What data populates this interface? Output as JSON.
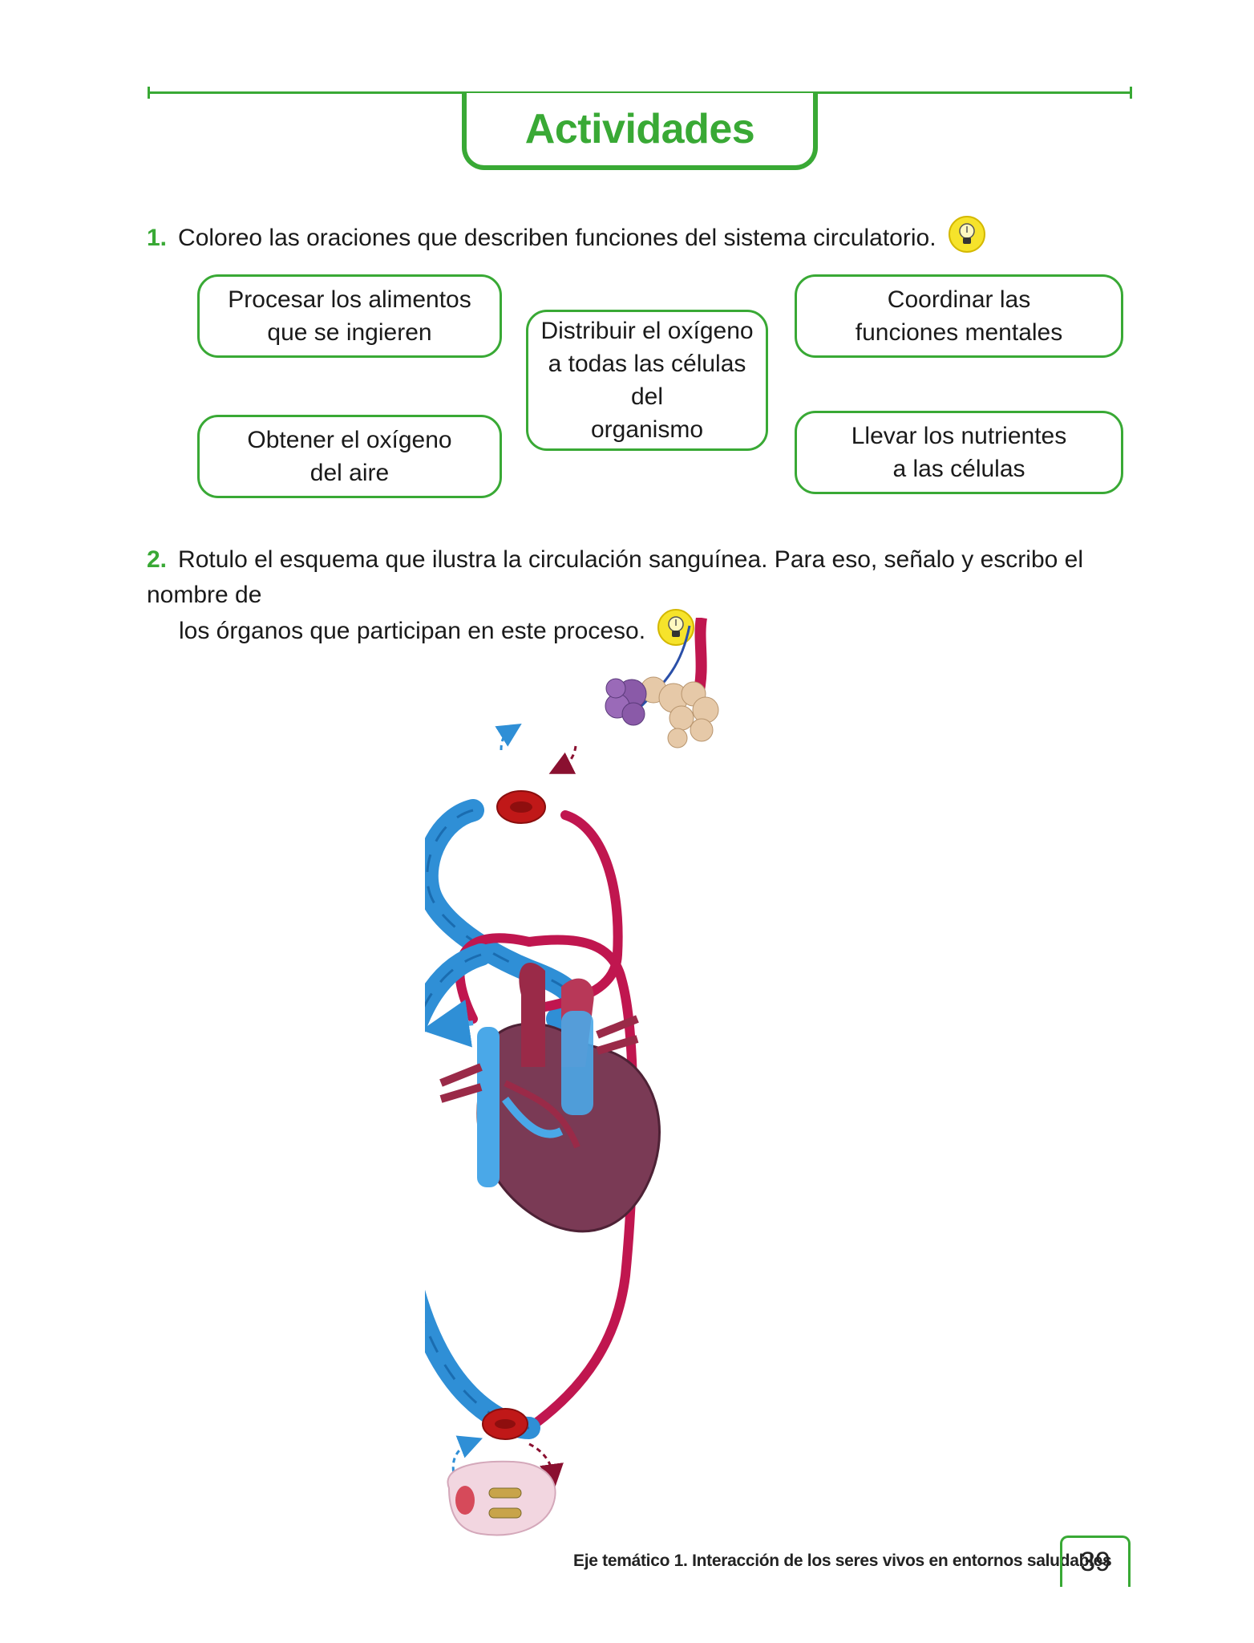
{
  "header": {
    "title": "Actividades"
  },
  "question1": {
    "number": "1.",
    "text": "Coloreo las oraciones que describen funciones del sistema circulatorio.",
    "icon": "lightbulb-icon",
    "options": [
      {
        "line1": "Procesar los alimentos",
        "line2": "que se ingieren",
        "line3": ""
      },
      {
        "line1": "Distribuir el oxígeno",
        "line2": "a todas las células del",
        "line3": "organismo"
      },
      {
        "line1": "Coordinar las",
        "line2": "funciones mentales",
        "line3": ""
      },
      {
        "line1": "Obtener el oxígeno",
        "line2": "del aire",
        "line3": ""
      },
      {
        "line1": "Llevar los nutrientes",
        "line2": "a las células",
        "line3": ""
      }
    ]
  },
  "question2": {
    "number": "2.",
    "text_line1": "Rotulo el esquema que ilustra la circulación sanguínea. Para eso, señalo y escribo el nombre de",
    "text_line2": "los órganos que participan en este proceso.",
    "icon": "lightbulb-icon"
  },
  "colors": {
    "accent_green": "#39a935",
    "oxygen_poor_blue": "#2f8fd6",
    "oxygen_rich_red": "#c0164f",
    "heart": "#7a3a55"
  },
  "footer": {
    "text": "Eje temático 1. Interacción de los seres vivos en entornos saludables",
    "page_number": "39"
  }
}
